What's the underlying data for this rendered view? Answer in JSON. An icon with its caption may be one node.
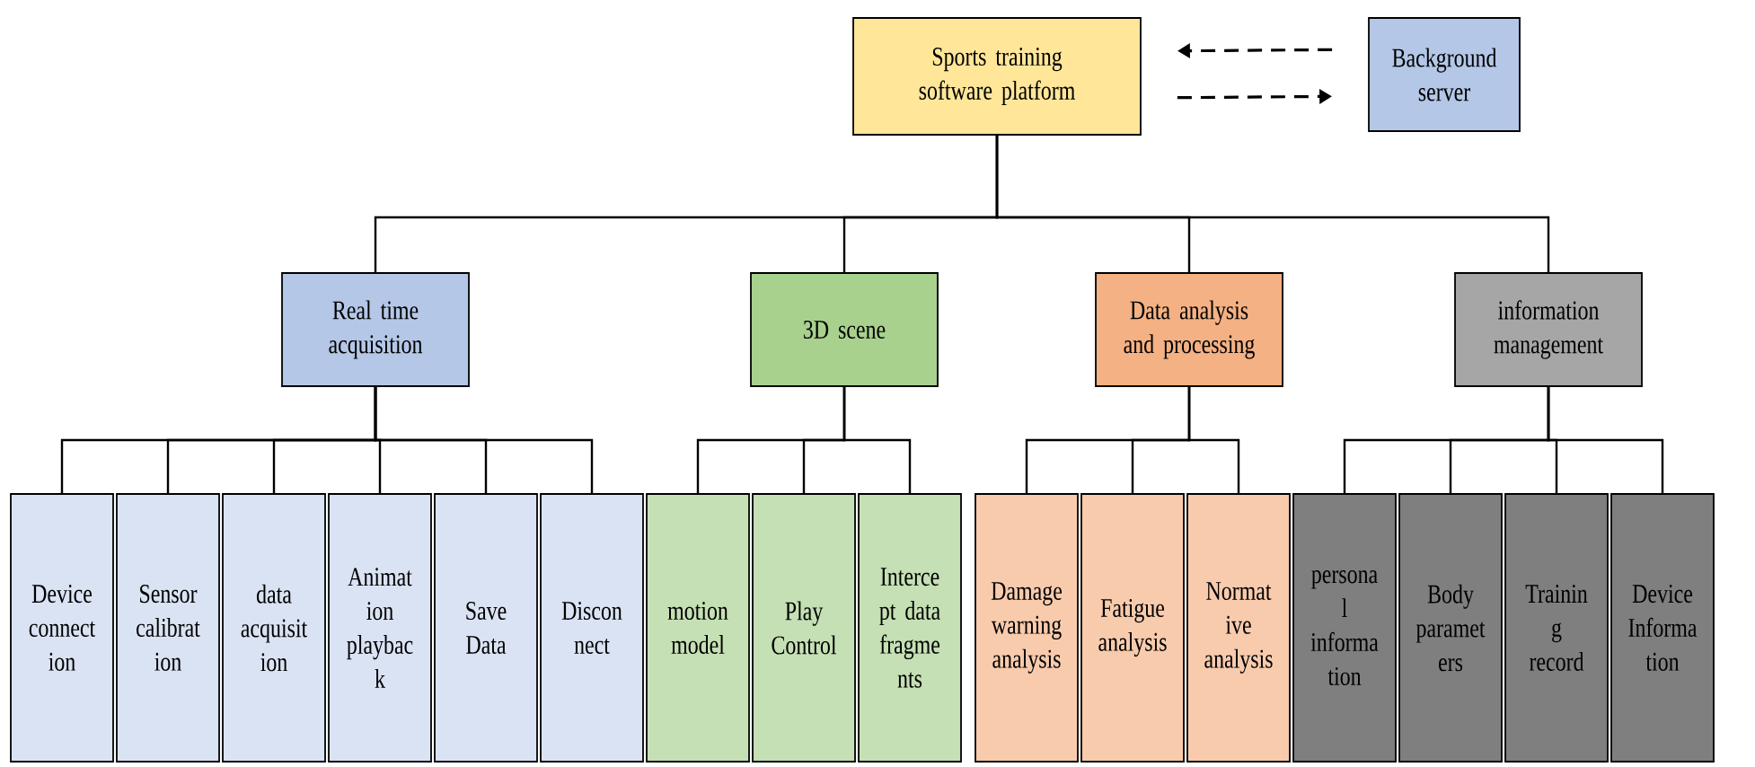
{
  "diagram": {
    "nodes": [
      {
        "text": [
          "Sports training software platform"
        ]
      },
      {
        "text": [
          "Background server"
        ]
      },
      {
        "text": [
          "Real time acquisition"
        ]
      },
      {
        "text": [
          "3D scene"
        ]
      },
      {
        "text": [
          "Data analysis and processing"
        ]
      },
      {
        "text": [
          "information management"
        ]
      },
      {
        "text": [
          "Device connect ion"
        ]
      },
      {
        "text": [
          "Sensor calibrat ion"
        ]
      },
      {
        "text": [
          "data acquisit ion"
        ]
      },
      {
        "text": [
          "Animat ion playbac k"
        ]
      },
      {
        "text": [
          "Save Data"
        ]
      },
      {
        "text": [
          "Discon nect"
        ]
      },
      {
        "text": [
          "motion model"
        ]
      },
      {
        "text": [
          "Play Control"
        ]
      },
      {
        "text": [
          "Interce pt data fragme nts"
        ]
      },
      {
        "text": [
          "Damage warning analysis"
        ]
      },
      {
        "text": [
          "Fatigue analysis"
        ]
      },
      {
        "text": [
          "Normat ive analysis"
        ]
      },
      {
        "text": [
          "persona l informa tion"
        ]
      },
      {
        "text": [
          "Body paramet ers"
        ]
      },
      {
        "text": [
          "Trainin g record"
        ]
      },
      {
        "text": [
          "Device Informa tion"
        ]
      }
    ],
    "edges": [
      {
        "from": 1,
        "to": 0,
        "arrow": "to",
        "style": "dashed"
      },
      {
        "from": 0,
        "to": 1,
        "arrow": "to",
        "style": "dashed"
      },
      {
        "from": 0,
        "to": 2,
        "arrow": "none"
      },
      {
        "from": 0,
        "to": 3,
        "arrow": "none"
      },
      {
        "from": 0,
        "to": 4,
        "arrow": "none"
      },
      {
        "from": 0,
        "to": 5,
        "arrow": "none"
      },
      {
        "from": 2,
        "to": 6,
        "arrow": "none"
      },
      {
        "from": 2,
        "to": 7,
        "arrow": "none"
      },
      {
        "from": 2,
        "to": 8,
        "arrow": "none"
      },
      {
        "from": 2,
        "to": 9,
        "arrow": "none"
      },
      {
        "from": 2,
        "to": 10,
        "arrow": "none"
      },
      {
        "from": 2,
        "to": 11,
        "arrow": "none"
      },
      {
        "from": 3,
        "to": 12,
        "arrow": "none"
      },
      {
        "from": 3,
        "to": 13,
        "arrow": "none"
      },
      {
        "from": 3,
        "to": 14,
        "arrow": "none"
      },
      {
        "from": 4,
        "to": 15,
        "arrow": "none"
      },
      {
        "from": 4,
        "to": 16,
        "arrow": "none"
      },
      {
        "from": 4,
        "to": 17,
        "arrow": "none"
      },
      {
        "from": 5,
        "to": 18,
        "arrow": "none"
      },
      {
        "from": 5,
        "to": 19,
        "arrow": "none"
      },
      {
        "from": 5,
        "to": 20,
        "arrow": "none"
      },
      {
        "from": 5,
        "to": 21,
        "arrow": "none"
      }
    ]
  }
}
